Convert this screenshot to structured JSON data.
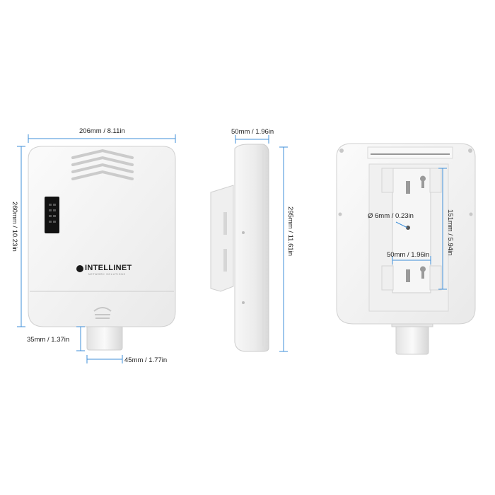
{
  "brand": {
    "logo_text": "INTELLINET",
    "logo_subtext": "NETWORK SOLUTIONS"
  },
  "dimensions": {
    "front_width": "206mm / 8.11in",
    "front_height": "260mm / 10.23in",
    "pipe_offset": "35mm / 1.37in",
    "pipe_width": "45mm / 1.77in",
    "side_depth": "50mm / 1.96in",
    "side_height": "295mm / 11.61in",
    "bracket_hole": "Ø 6mm / 0.23in",
    "bracket_width": "50mm / 1.96in",
    "bracket_height": "151mm / 5.94in"
  },
  "colors": {
    "dimension_line": "#3f8fd8",
    "device_body": "#f4f4f4",
    "device_edge": "#c9c9c9"
  }
}
